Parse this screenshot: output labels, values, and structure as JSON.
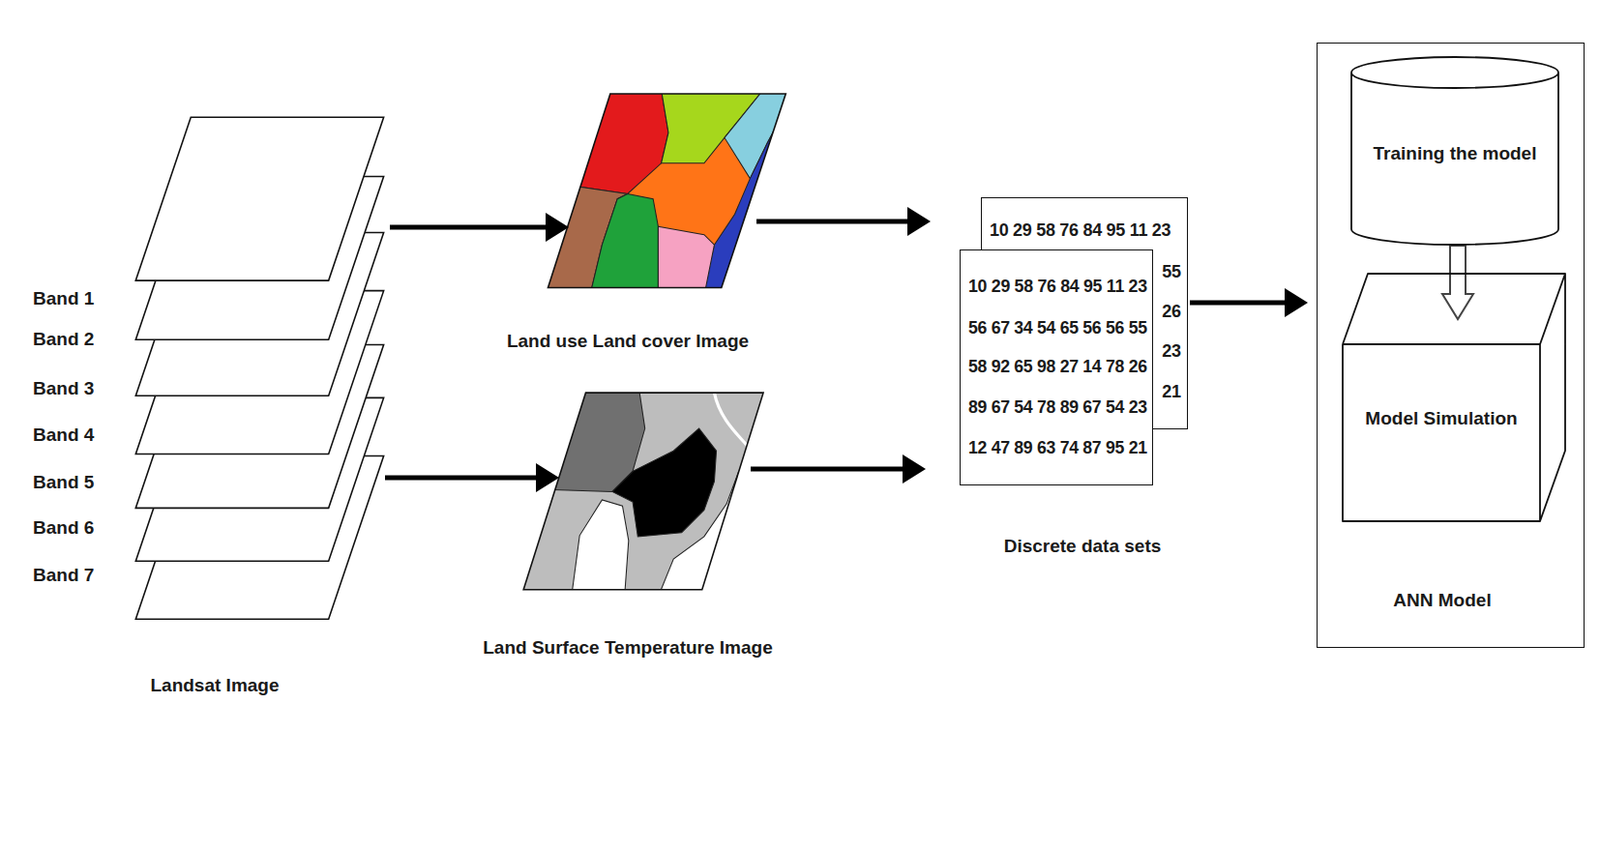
{
  "diagram": {
    "nodes": [
      {
        "text": [
          "Landsat Image"
        ]
      },
      {
        "text": [
          "Land use Land cover Image"
        ]
      },
      {
        "text": [
          "Land Surface Temperature Image"
        ]
      },
      {
        "text": [
          "10 29 58 76 84 95 11 23",
          "55",
          "26",
          "23",
          "21"
        ]
      },
      {
        "text": [
          "10 29 58 76 84 95 11 23",
          "56 67 34 54 65 56 56 55",
          "58 92 65 98 27 14 78 26",
          "89 67 54 78 89 67 54 23",
          "12 47 89 63 74 87 95 21",
          "Discrete data sets"
        ]
      },
      {
        "text": [
          "ANN Model"
        ]
      },
      {
        "text": [
          "Training the model"
        ],
        "in": 5
      },
      {
        "text": [
          "Model Simulation"
        ],
        "in": 5
      }
    ],
    "edges": [
      {
        "from": 0,
        "to": 1,
        "arrow": "to"
      },
      {
        "from": 0,
        "to": 2,
        "arrow": "to"
      },
      {
        "from": 1,
        "to": 3,
        "arrow": "to"
      },
      {
        "from": 2,
        "to": 4,
        "arrow": "to"
      },
      {
        "from": 3,
        "to": 5,
        "arrow": "to"
      },
      {
        "from": 6,
        "to": 7,
        "arrow": "to"
      }
    ],
    "labels": [
      "Band 1",
      "Band 2",
      "Band 3",
      "Band 4",
      "Band 5",
      "Band 6",
      "Band 7"
    ]
  }
}
